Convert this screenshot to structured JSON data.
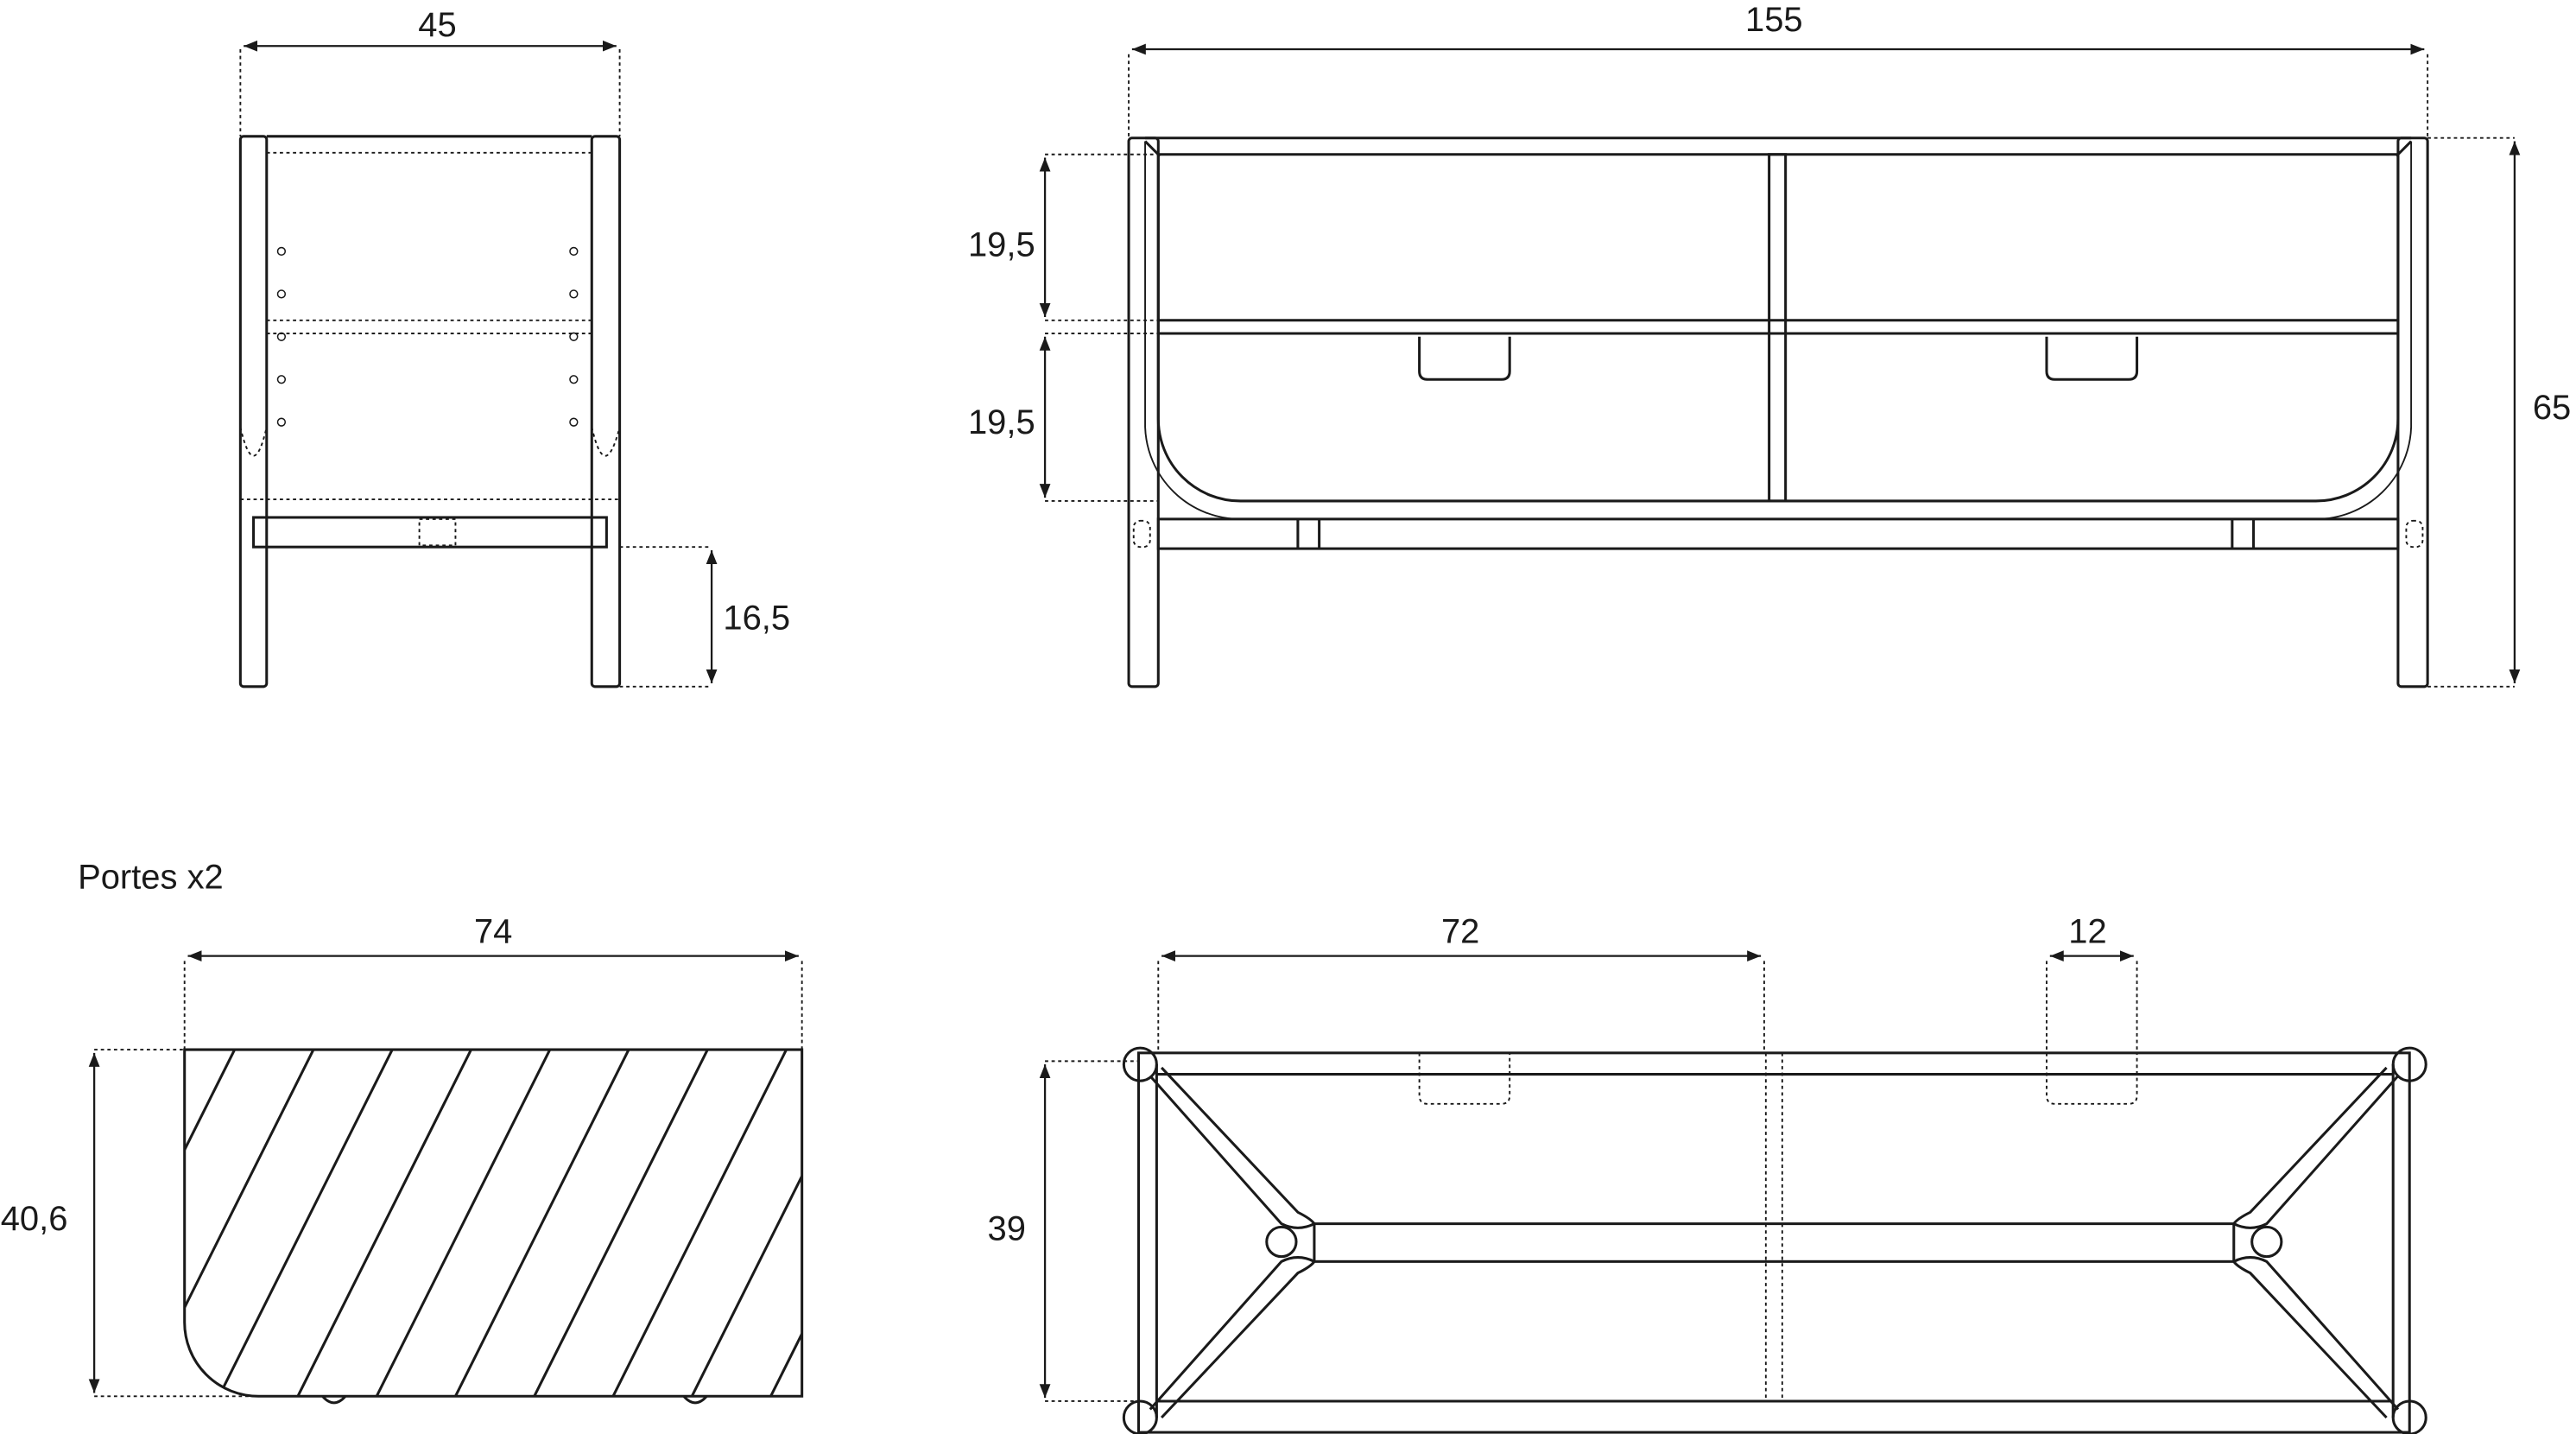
{
  "drawing": {
    "side_view": {
      "width_label": "45",
      "leg_height_label": "16,5"
    },
    "front_view": {
      "width_label": "155",
      "upper_height_label": "19,5",
      "lower_height_label": "19,5",
      "total_height_label": "65"
    },
    "door_view": {
      "title": "Portes x2",
      "width_label": "74",
      "height_label": "40,6"
    },
    "top_view": {
      "half_width_label": "72",
      "handle_width_label": "12",
      "depth_label": "39"
    },
    "colors": {
      "line": "#1a1a1a",
      "background": "#ffffff"
    }
  }
}
